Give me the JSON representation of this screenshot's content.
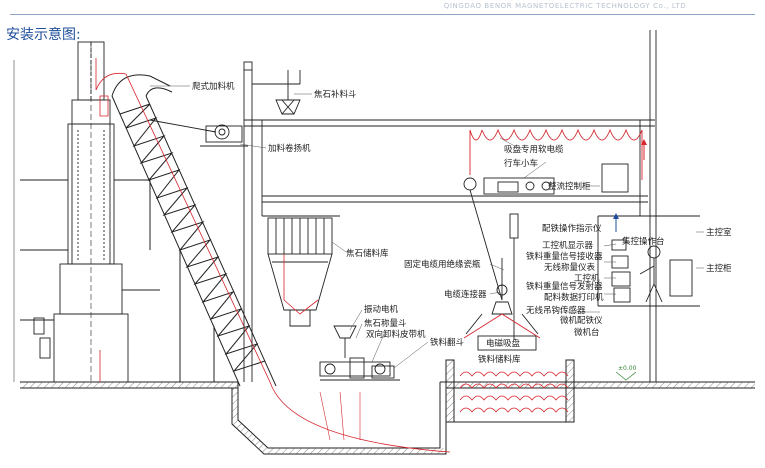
{
  "header": {
    "company": "QINGDAO BENOR MAGNETOELECTRIC TECHNOLOGY Co., LTD",
    "title": "安装示意图:"
  },
  "colors": {
    "line": "#222222",
    "red": "#d6262d",
    "blue": "#1f4e9c",
    "label": "#222222"
  },
  "labels": {
    "climbing_feeder": "爬式加料机",
    "coke_hopper": "焦石补料斗",
    "hoist": "加料卷扬机",
    "soft_cable": "吸盘专用软电缆",
    "trolley": "行车小车",
    "rectifier_cabinet": "整流控制柜",
    "indicator": "配铁操作指示仪",
    "ipc_display": "工控机显示器",
    "signal_receiver": "铁料重量信号接收器",
    "wireless_meter": "无线称量仪表",
    "ipc": "工控机",
    "weight_transmitter": "铁料重量信号发射器",
    "printer": "配料数据打印机",
    "hook_sensor": "无线吊钩传感器",
    "batching_meter": "微机配铁仪",
    "desk": "微机台",
    "console": "集控操作台",
    "main_room": "主控室",
    "main_cabinet": "主控柜",
    "coke_storage": "焦石储料库",
    "insulator": "固定电缆用绝缘瓷瓶",
    "connector": "电缆连接器",
    "vibration_motor": "振动电机",
    "coke_hopper_scale": "焦石称量斗",
    "belt": "双向卸料皮带机",
    "iron_hopper": "铁料翻斗",
    "magnet": "电磁吸盘",
    "iron_storage": "铁料储料库",
    "level_mark": "±0.00"
  }
}
